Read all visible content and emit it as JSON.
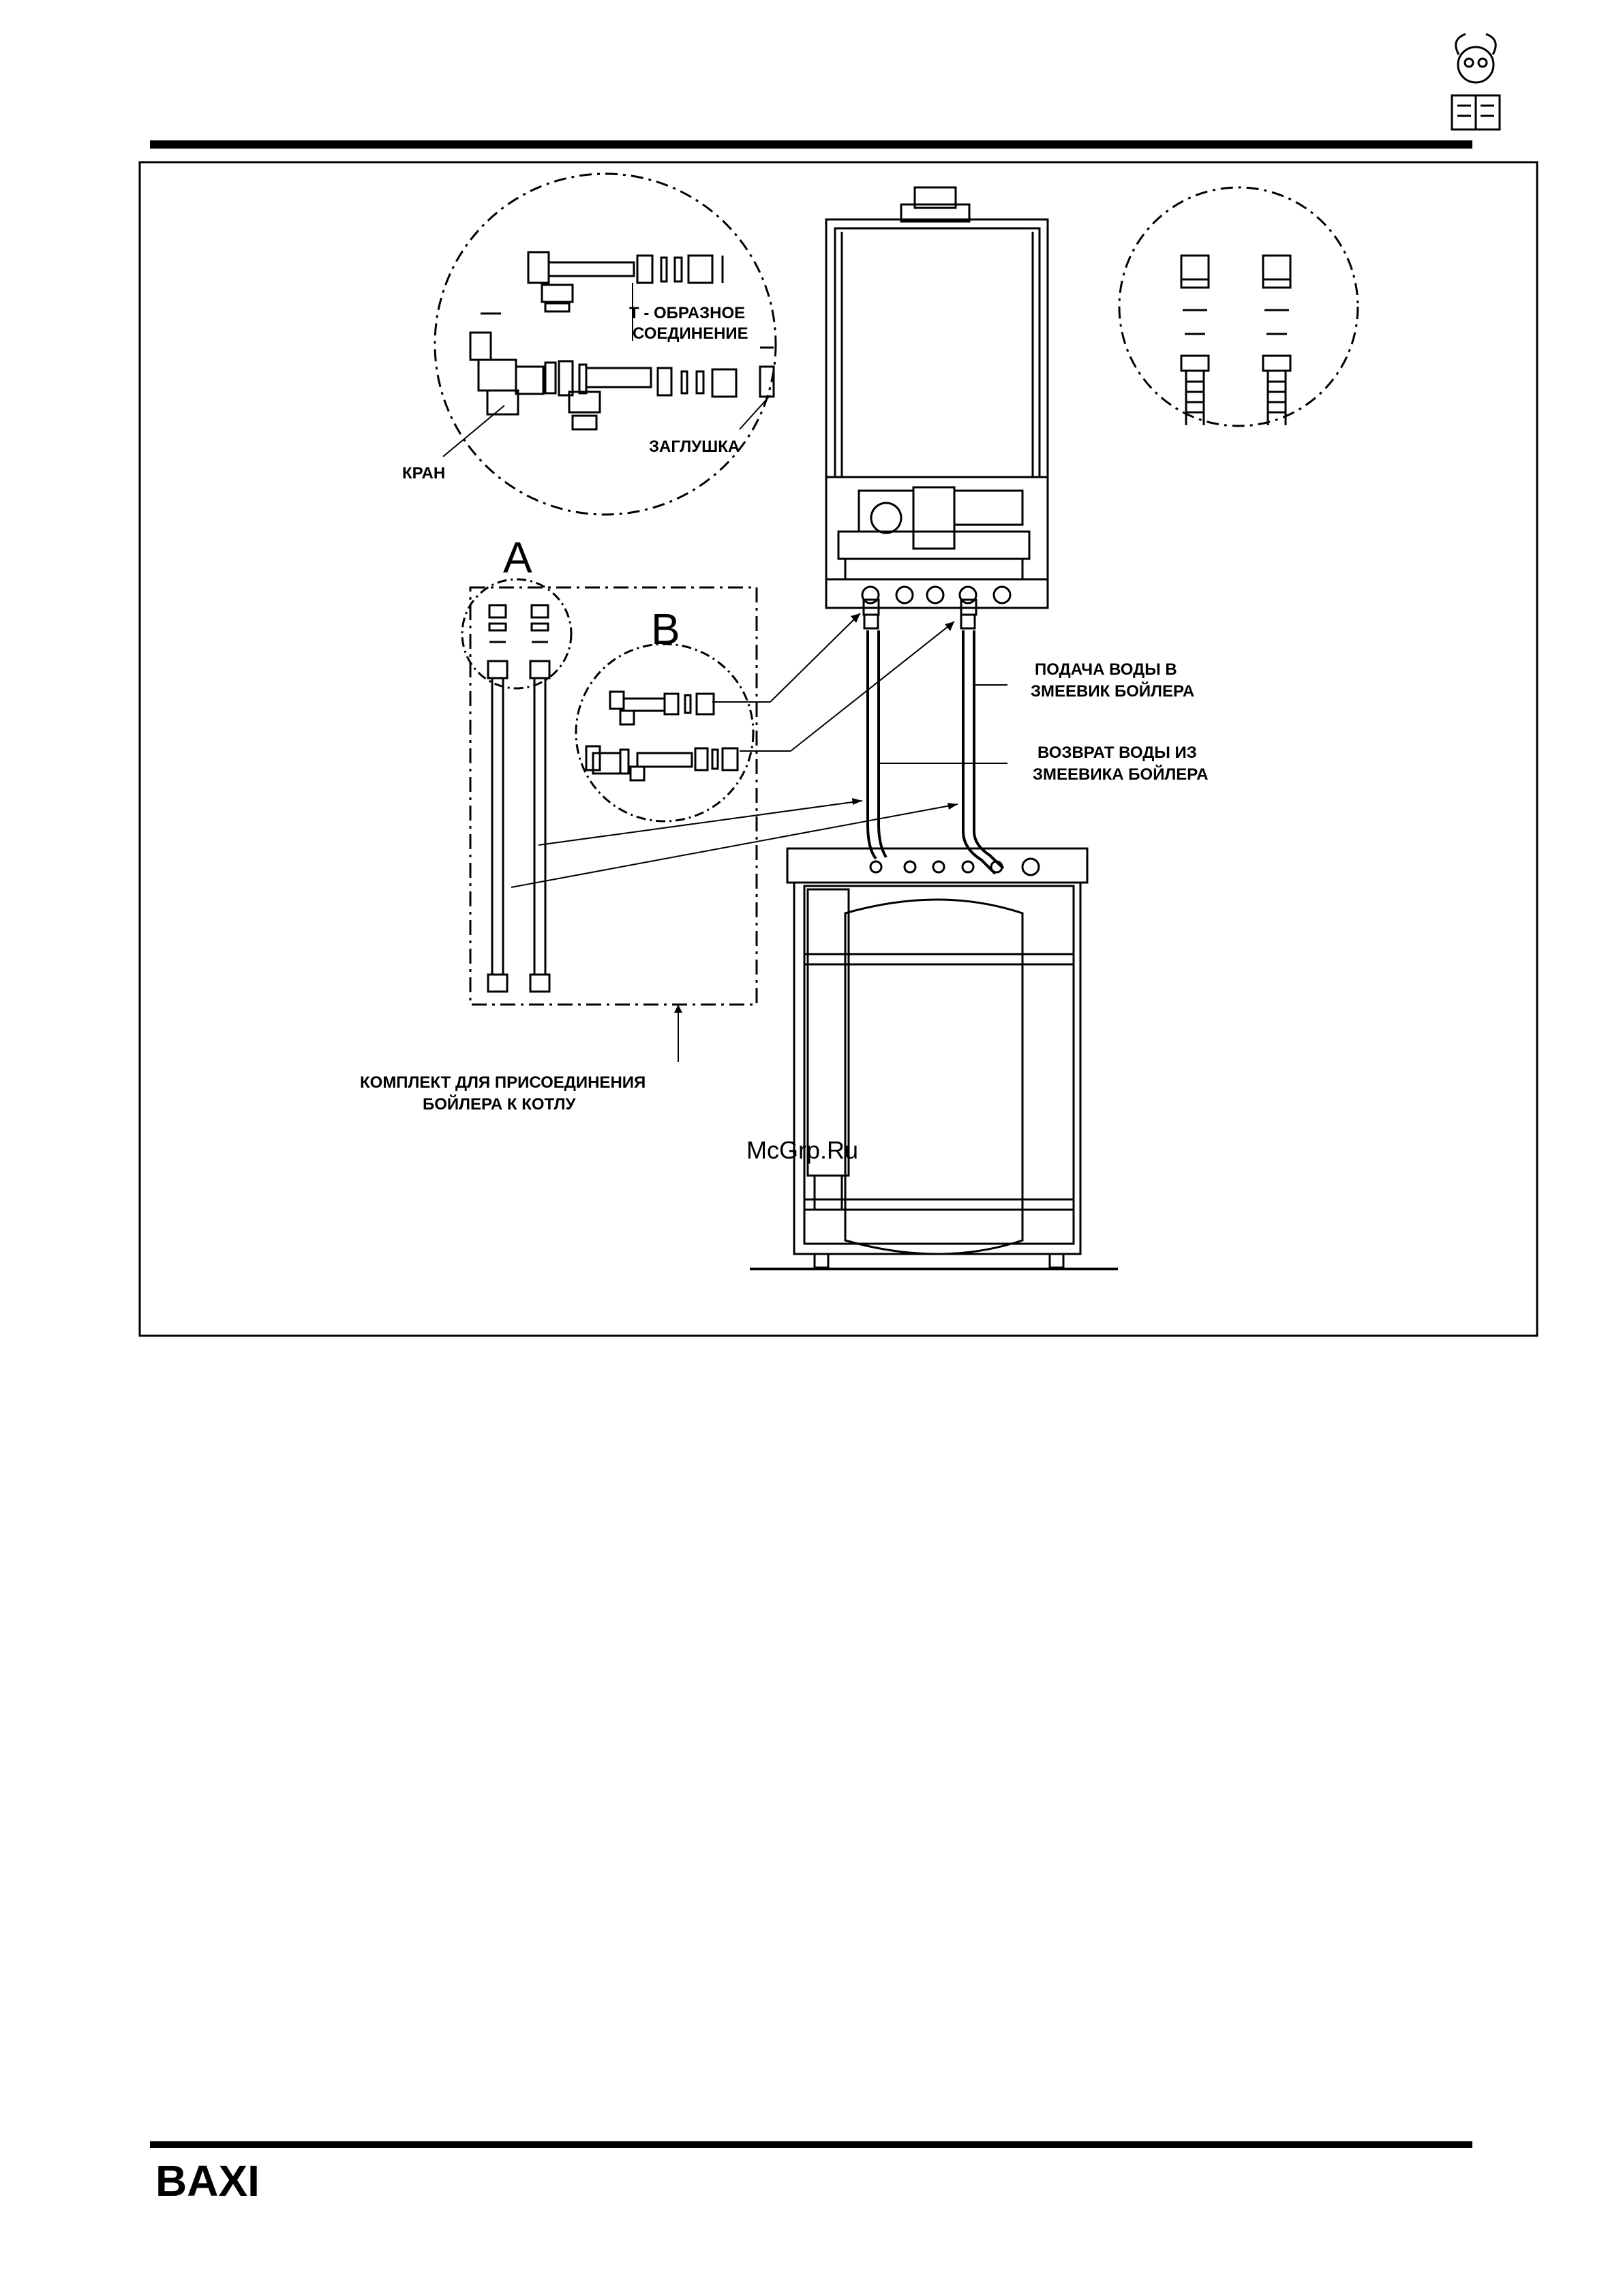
{
  "labels": {
    "tee": [
      "Т - ОБРАЗНОЕ",
      "СОЕДИНЕНИЕ"
    ],
    "valve": "КРАН",
    "plug": "ЗАГЛУШКА",
    "supply": [
      "ПОДАЧА ВОДЫ В",
      "ЗМЕЕВИК БОЙЛЕРА"
    ],
    "return": [
      "ВОЗВРАТ ВОДЫ ИЗ",
      "ЗМЕЕВИКА БОЙЛЕРА"
    ],
    "kit": [
      "КОМПЛЕКТ ДЛЯ ПРИСОЕДИНЕНИЯ",
      "БОЙЛЕРА К КОТЛУ"
    ],
    "detail_a": "A",
    "detail_b": "B"
  },
  "watermark": "McGrp.Ru",
  "footer": {
    "logo": "BAXI"
  },
  "icons": {
    "header": "reading-man-icon"
  }
}
